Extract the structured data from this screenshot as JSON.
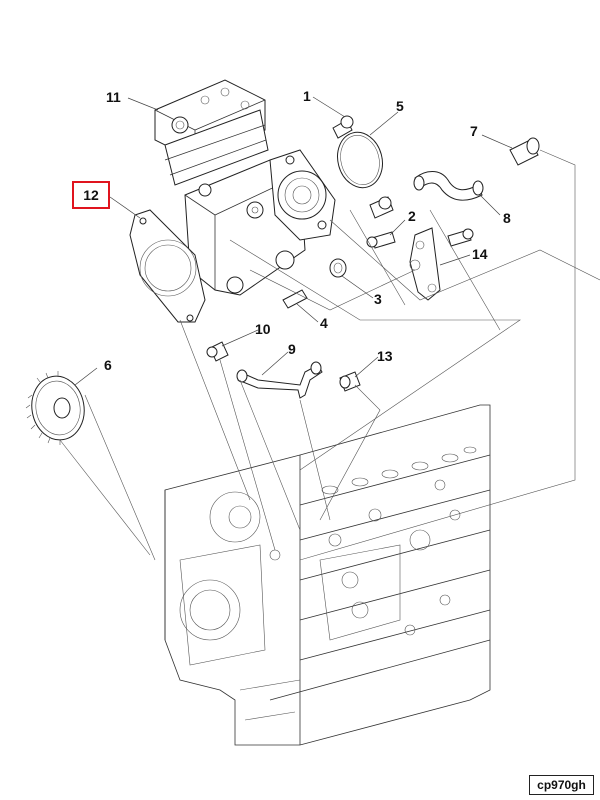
{
  "callouts": {
    "c1": "1",
    "c2": "2",
    "c3": "3",
    "c4": "4",
    "c5": "5",
    "c6": "6",
    "c7": "7",
    "c8": "8",
    "c9": "9",
    "c10": "10",
    "c11": "11",
    "c12": "12",
    "c13": "13",
    "c14": "14"
  },
  "highlighted_callout": "12",
  "drawing_code": "cp970gh",
  "colors": {
    "highlight": "#e0141e",
    "lines": "#333333"
  }
}
